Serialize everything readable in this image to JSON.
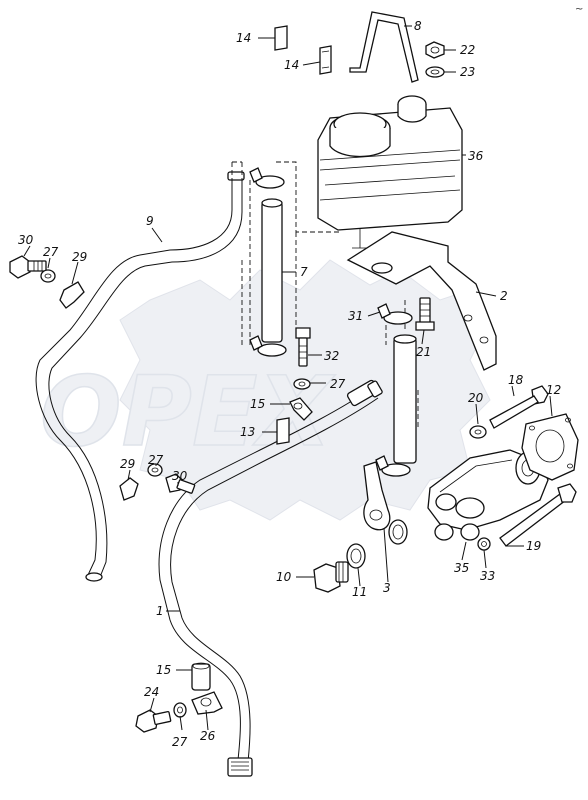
{
  "diagram": {
    "watermark_text": "OPEX",
    "corner_mark": "~",
    "callouts": [
      {
        "id": "c14a",
        "text": "14"
      },
      {
        "id": "c14b",
        "text": "14"
      },
      {
        "id": "c8",
        "text": "8"
      },
      {
        "id": "c22",
        "text": "22"
      },
      {
        "id": "c23",
        "text": "23"
      },
      {
        "id": "c36",
        "text": "36"
      },
      {
        "id": "c9",
        "text": "9"
      },
      {
        "id": "c30a",
        "text": "30"
      },
      {
        "id": "c27a",
        "text": "27"
      },
      {
        "id": "c29a",
        "text": "29"
      },
      {
        "id": "c7",
        "text": "7"
      },
      {
        "id": "c2",
        "text": "2"
      },
      {
        "id": "c31",
        "text": "31"
      },
      {
        "id": "c21",
        "text": "21"
      },
      {
        "id": "c32",
        "text": "32"
      },
      {
        "id": "c27b",
        "text": "27"
      },
      {
        "id": "c15a",
        "text": "15"
      },
      {
        "id": "c13",
        "text": "13"
      },
      {
        "id": "c18",
        "text": "18"
      },
      {
        "id": "c12",
        "text": "12"
      },
      {
        "id": "c20",
        "text": "20"
      },
      {
        "id": "c29b",
        "text": "29"
      },
      {
        "id": "c27c",
        "text": "27"
      },
      {
        "id": "c30b",
        "text": "30"
      },
      {
        "id": "c19",
        "text": "19"
      },
      {
        "id": "c10",
        "text": "10"
      },
      {
        "id": "c11",
        "text": "11"
      },
      {
        "id": "c3",
        "text": "3"
      },
      {
        "id": "c35",
        "text": "35"
      },
      {
        "id": "c33",
        "text": "33"
      },
      {
        "id": "c1",
        "text": "1"
      },
      {
        "id": "c15b",
        "text": "15"
      },
      {
        "id": "c24",
        "text": "24"
      },
      {
        "id": "c27d",
        "text": "27"
      },
      {
        "id": "c26",
        "text": "26"
      }
    ]
  }
}
